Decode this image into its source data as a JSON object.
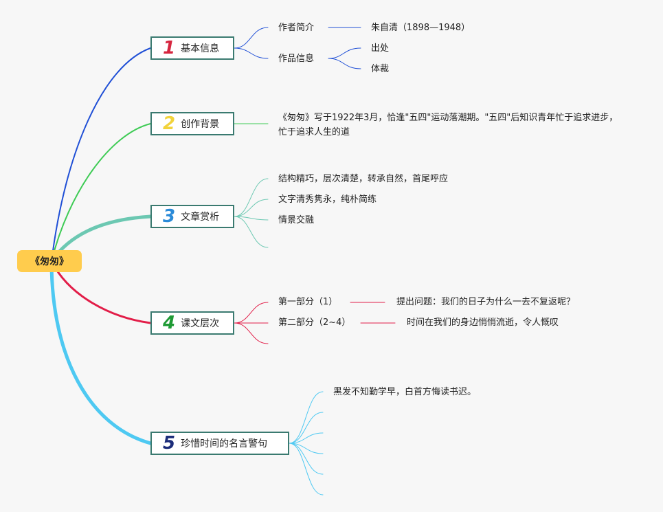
{
  "root": {
    "label": "《匆匆》"
  },
  "branches": [
    {
      "num": "1",
      "label": "基本信息",
      "color": "#1f4fd6",
      "num_color": "#d6263f",
      "children": [
        {
          "label": "作者简介",
          "sub": [
            "朱自清（1898—1948）"
          ]
        },
        {
          "label": "作品信息",
          "sub": [
            "出处",
            "体裁"
          ]
        }
      ]
    },
    {
      "num": "2",
      "label": "创作背景",
      "color": "#3ecb55",
      "num_color": "#f2d33b",
      "paragraph": "《匆匆》写于1922年3月，恰逢\"五四\"运动落潮期。\"五四\"后知识青年忙于追求进步，忙于追求人生的道"
    },
    {
      "num": "3",
      "label": "文章赏析",
      "color": "#6cc8b2",
      "num_color": "#2a8ad8",
      "items": [
        "结构精巧，层次清楚，转承自然，首尾呼应",
        "文字清秀隽永，纯朴简练",
        "情景交融",
        ""
      ]
    },
    {
      "num": "4",
      "label": "课文层次",
      "color": "#e21d48",
      "num_color": "#1f9a35",
      "items": [
        {
          "label": "第一部分（1）",
          "detail": "提出问题：我们的日子为什么一去不复返呢？"
        },
        {
          "label": "第二部分（2~4）",
          "detail": "时间在我们的身边悄悄流逝，令人慨叹"
        },
        {
          "label": "",
          "detail": ""
        }
      ]
    },
    {
      "num": "5",
      "label": "珍惜时间的名言警句",
      "color": "#4ec9f2",
      "num_color": "#1c2d7a",
      "items": [
        "黑发不知勤学早，白首方悔读书迟。",
        "",
        "",
        "",
        "",
        ""
      ]
    }
  ]
}
